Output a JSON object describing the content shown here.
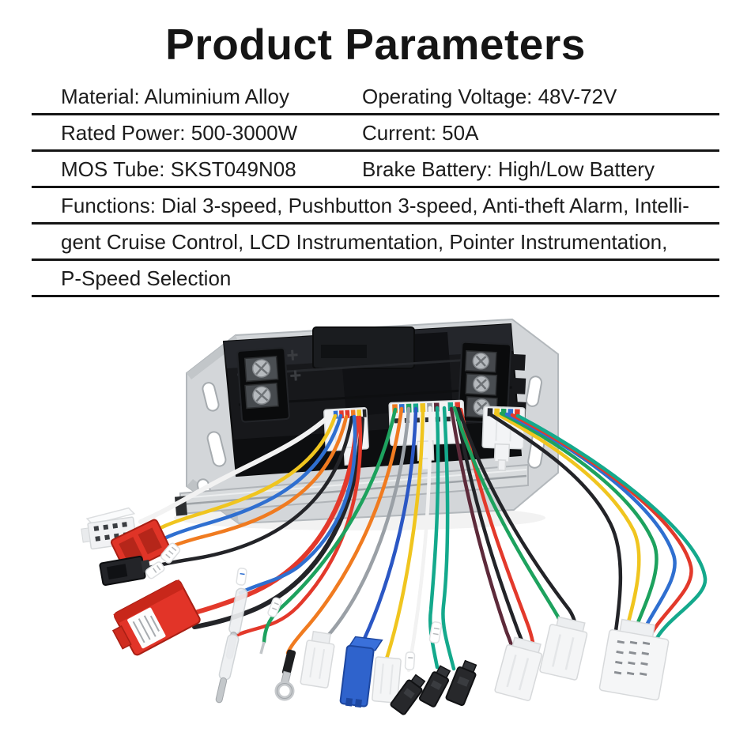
{
  "header": {
    "title": "Product Parameters"
  },
  "spec_table": {
    "divider_color": "#151515",
    "rows": [
      {
        "left": "Material: Aluminium Alloy",
        "right": "Operating Voltage: 48V-72V"
      },
      {
        "left": "Rated Power: 500-3000W",
        "right": "Current: 50A"
      },
      {
        "left": "MOS Tube: SKST049N08",
        "right": "Brake Battery: High/Low Battery"
      },
      {
        "full": "Functions: Dial 3-speed, Pushbutton 3-speed, Anti-theft Alarm, Intelli-"
      },
      {
        "full": "gent Cruise Control, LCD Instrumentation, Pointer Instrumentation,"
      },
      {
        "full": "P-Speed Selection"
      }
    ]
  },
  "product_image": {
    "description": "Brushless motor controller with aluminium mounting plate, terminal screws and multi-colour wiring harness with assorted connectors",
    "wire_colors": {
      "white": "#f2f2f2",
      "red": "#e3392b",
      "blue": "#2f6fd0",
      "dark_blue": "#2b57c4",
      "orange": "#f07b20",
      "yellow": "#f0c51f",
      "green": "#1da25e",
      "teal": "#14a98c",
      "black": "#232428",
      "gray": "#9aa0a6",
      "maroon": "#5d2a3a"
    },
    "connector_colors": {
      "red_housing": "#e03427",
      "blue_housing": "#2f63cc",
      "black_housing": "#27282b",
      "white_housing": "#f4f5f6"
    }
  }
}
